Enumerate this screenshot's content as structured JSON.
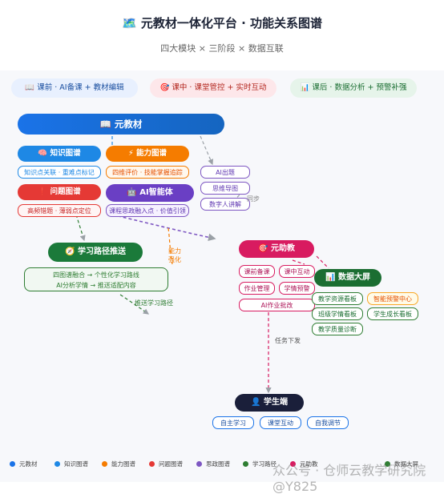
{
  "header": {
    "icon": "🗺️",
    "title": "元教材一体化平台 · 功能关系图谱",
    "subtitle": "四大模块 × 三阶段 × 数据互联"
  },
  "phases": [
    {
      "icon": "📖",
      "label": "课前 · AI备课 + 教材编辑",
      "color": "#1a73e8"
    },
    {
      "icon": "🎯",
      "label": "课中 · 课堂管控 + 实时互动",
      "color": "#d93025"
    },
    {
      "icon": "📊",
      "label": "课后 · 数据分析 + 预警补强",
      "color": "#188038"
    }
  ],
  "nodes": {
    "textbook": {
      "icon": "📖",
      "label": "元教材"
    },
    "knowledge": {
      "icon": "🧠",
      "label": "知识图谱",
      "tag": "知识点关联 · 重难点标记"
    },
    "ability": {
      "icon": "⚡",
      "label": "能力图谱",
      "tag": "四维评价 · 技能掌握追踪"
    },
    "problem": {
      "icon": "❗",
      "label": "问题图谱",
      "tag": "高频错题 · 薄弱点定位"
    },
    "ai_agent": {
      "icon": "🤖",
      "label": "AI智能体",
      "tag": "课程思政融入点 · 价值引领"
    },
    "ai_tools": [
      "AI出题",
      "思维导图",
      "数字人讲解"
    ],
    "path": {
      "icon": "🧭",
      "label": "学习路径推送",
      "lines": [
        "四图谱融合 → 个性化学习路线",
        "AI分析学情 → 推送适配内容"
      ]
    },
    "assistant": {
      "icon": "🎯",
      "label": "元助教",
      "items": [
        "课前备课",
        "课中互动",
        "作业管理",
        "学情预警",
        "AI作业批改"
      ]
    },
    "dashboard": {
      "icon": "📊",
      "label": "数据大屏",
      "items": [
        "教学资源看板",
        "智能预警中心",
        "班级学情看板",
        "学生成长看板",
        "教学质量诊断"
      ]
    },
    "student": {
      "icon": "👤",
      "label": "学生端",
      "items": [
        "自主学习",
        "课堂互动",
        "自我调节"
      ]
    }
  },
  "edge_labels": {
    "sync": "同步",
    "ability": "能力",
    "reinforce": "强化",
    "push_path": "推送学习路径",
    "task_push": "任务下发"
  },
  "legend": [
    {
      "label": "元教材",
      "color": "#1a73e8"
    },
    {
      "label": "知识图谱",
      "color": "#1e88e5"
    },
    {
      "label": "能力图谱",
      "color": "#f57c00"
    },
    {
      "label": "问题图谱",
      "color": "#e53935"
    },
    {
      "label": "思政图谱",
      "color": "#7e57c2"
    },
    {
      "label": "学习路径",
      "color": "#2e7d32"
    },
    {
      "label": "元助教",
      "color": "#d81b60"
    },
    {
      "label": "数据大屏",
      "color": "#2e7d32"
    }
  ],
  "watermark": "众公号 · 仓师云教学研究院 @Y825"
}
